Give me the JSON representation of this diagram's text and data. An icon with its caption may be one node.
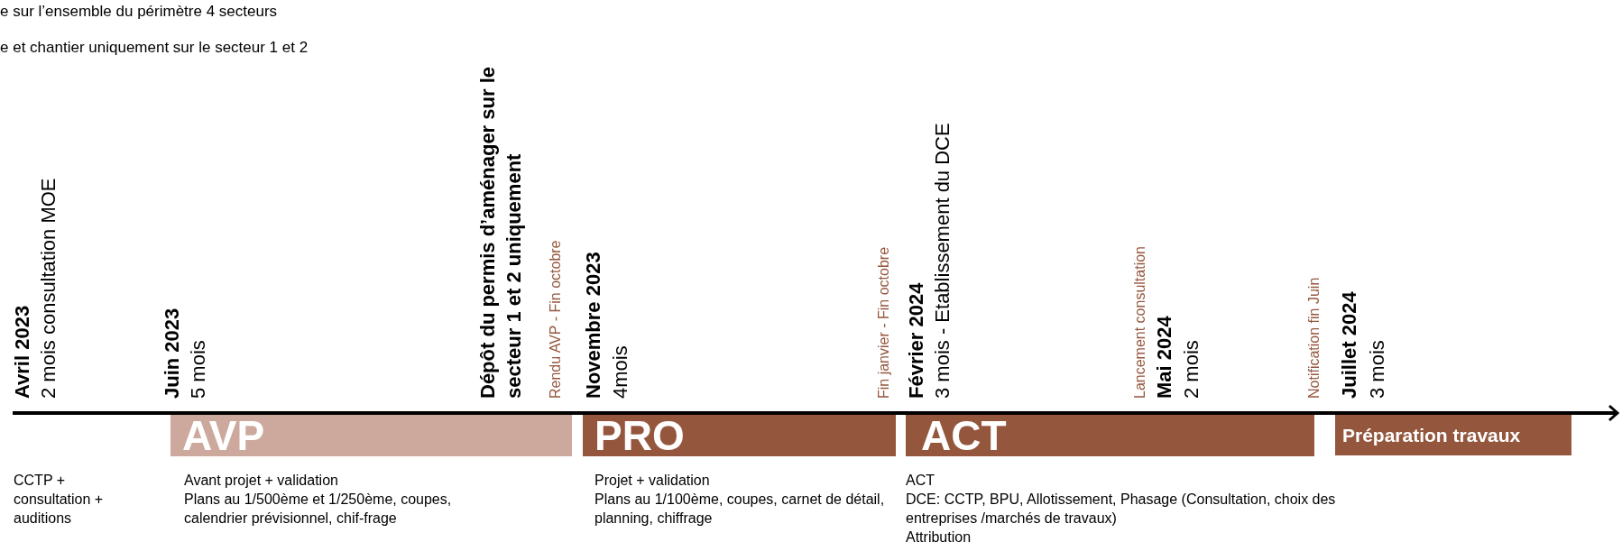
{
  "diagram": {
    "nodes": [
      {
        "text": [
          "AVP"
        ],
        "beside": [
          "Avant projet  + validation",
          "Plans au 1/500ème et 1/250ème, coupes, calendrier prévisionnel, chif-frage"
        ]
      },
      {
        "text": [
          "PRO"
        ],
        "beside": [
          "Projet + validation",
          "Plans au 1/100ème, coupes, carnet de détail, planning, chiffrage"
        ]
      },
      {
        "text": [
          "ACT"
        ],
        "beside": [
          "ACT",
          "DCE: CCTP, BPU, Allotissement, Phasage (Consultation, choix des entreprises /marchés de travaux)",
          "Attribution"
        ]
      },
      {
        "text": [
          "Préparation travaux"
        ]
      }
    ],
    "labels": [
      "e sur l’ensemble du périmètre 4 secteurs",
      "e et chantier uniquement sur le secteur 1 et 2",
      "Avril 2023",
      "2 mois consultation MOE",
      "Juin 2023",
      "5 mois",
      "Dépôt du permis d’aménager sur le secteur 1 et 2 uniquement",
      "Rendu AVP - Fin octobre",
      "Novembre 2023",
      "4mois",
      "Fin janvier - Fin octobre",
      "Février 2024",
      "3 mois - Etablissement du DCE",
      "Lancement consultation",
      "Mai 2024",
      "2 mois",
      "Notification fin Juin",
      "Juillet 2024",
      "3 mois",
      "CCTP + consultation + auditions"
    ]
  }
}
